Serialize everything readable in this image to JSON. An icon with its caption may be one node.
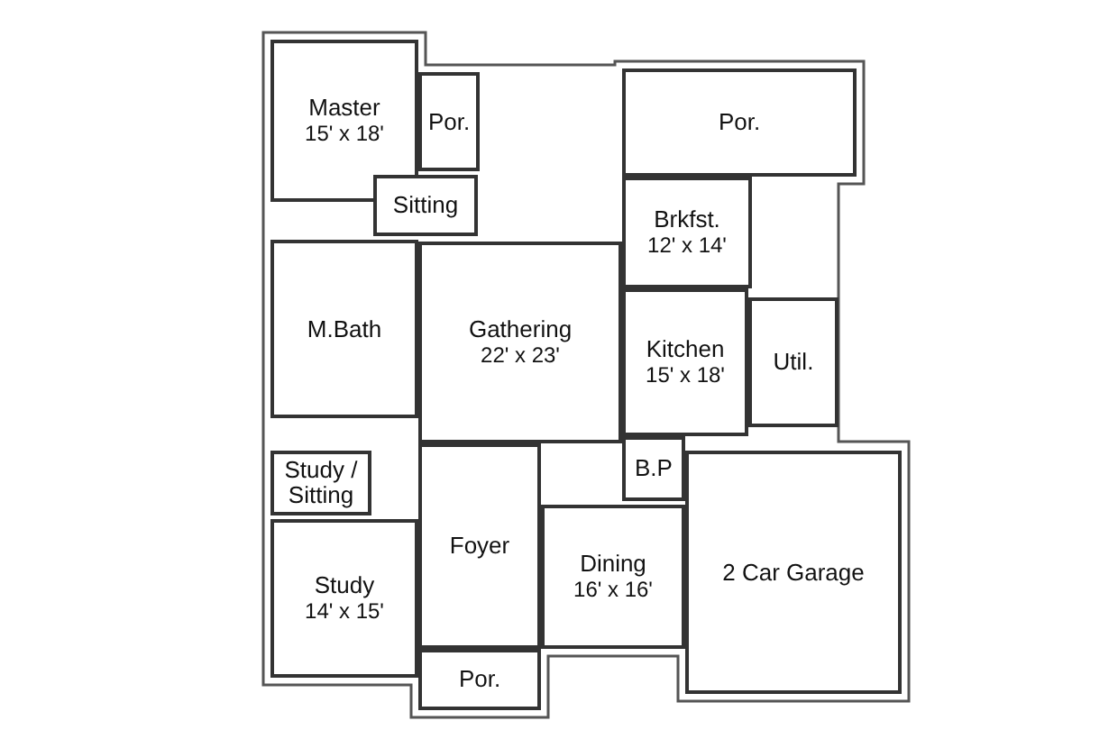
{
  "diagram": {
    "nodes": [
      {
        "text": [
          "Master",
          "15' x 18'"
        ]
      },
      {
        "text": [
          "Por."
        ]
      },
      {
        "text": [
          "Sitting"
        ]
      },
      {
        "text": [
          "Por."
        ]
      },
      {
        "text": [
          "Brkfst.",
          "12' x 14'"
        ]
      },
      {
        "text": [
          "M.Bath"
        ]
      },
      {
        "text": [
          "Gathering",
          "22' x 23'"
        ]
      },
      {
        "text": [
          "Kitchen",
          "15' x 18'"
        ]
      },
      {
        "text": [
          "Util."
        ]
      },
      {
        "text": [
          "Study / Sitting"
        ]
      },
      {
        "text": [
          "B.P"
        ]
      },
      {
        "text": [
          "2 Car Garage"
        ]
      },
      {
        "text": [
          "Foyer"
        ]
      },
      {
        "text": [
          "Study",
          "14' x 15'"
        ]
      },
      {
        "text": [
          "Dining",
          "16' x 16'"
        ]
      },
      {
        "text": [
          "Por."
        ]
      }
    ]
  }
}
